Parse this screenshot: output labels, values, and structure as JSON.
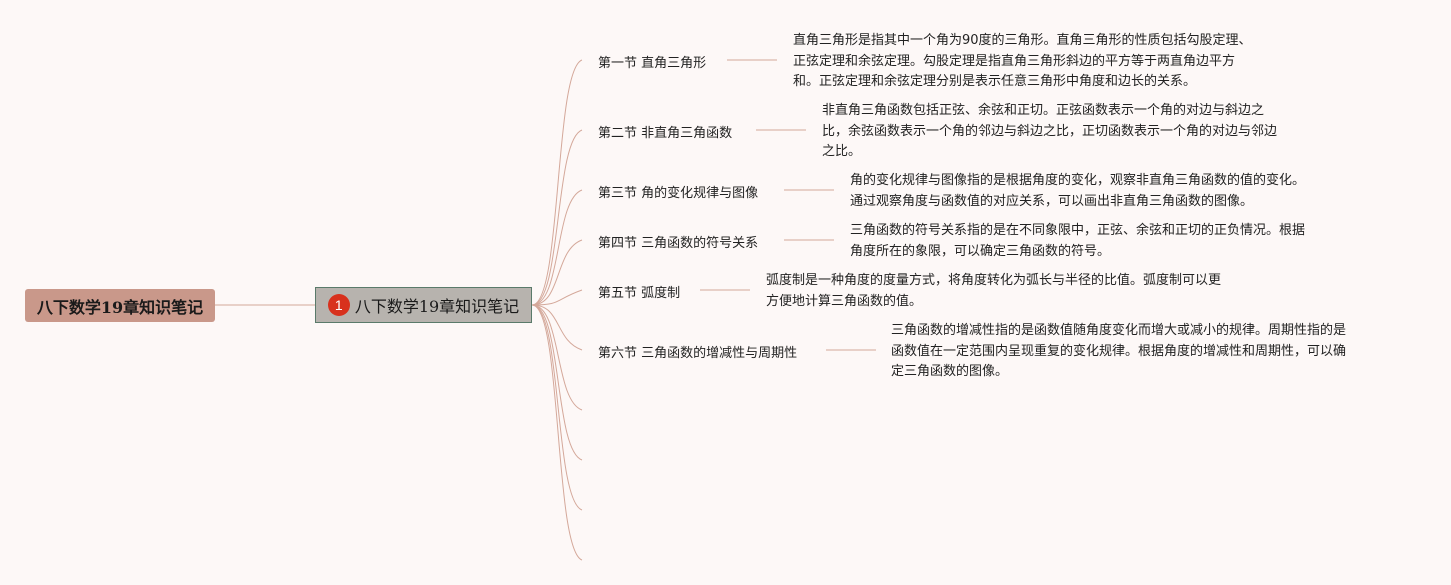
{
  "root": {
    "label": "八下数学19章知识笔记"
  },
  "main": {
    "badge": "1",
    "label": "八下数学19章知识笔记"
  },
  "sections": [
    {
      "title": "第一节 直角三角形",
      "desc": [
        "直角三角形是指其中一个角为90度的三角形。直角三角形的性质包括勾股定理、",
        "正弦定理和余弦定理。勾股定理是指直角三角形斜边的平方等于两直角边平方",
        "和。正弦定理和余弦定理分别是表示任意三角形中角度和边长的关系。"
      ]
    },
    {
      "title": "第二节 非直角三角函数",
      "desc": [
        "非直角三角函数包括正弦、余弦和正切。正弦函数表示一个角的对边与斜边之",
        "比，余弦函数表示一个角的邻边与斜边之比，正切函数表示一个角的对边与邻边",
        "之比。"
      ]
    },
    {
      "title": "第三节 角的变化规律与图像",
      "desc": [
        "角的变化规律与图像指的是根据角度的变化，观察非直角三角函数的值的变化。",
        "通过观察角度与函数值的对应关系，可以画出非直角三角函数的图像。"
      ]
    },
    {
      "title": "第四节 三角函数的符号关系",
      "desc": [
        "三角函数的符号关系指的是在不同象限中，正弦、余弦和正切的正负情况。根据",
        "角度所在的象限，可以确定三角函数的符号。"
      ]
    },
    {
      "title": "第五节 弧度制",
      "desc": [
        "弧度制是一种角度的度量方式，将角度转化为弧长与半径的比值。弧度制可以更",
        "方便地计算三角函数的值。"
      ]
    },
    {
      "title": "第六节 三角函数的增减性与周期性",
      "desc": [
        "三角函数的增减性指的是函数值随角度变化而增大或减小的规律。周期性指的是",
        "函数值在一定范围内呈现重复的变化规律。根据角度的增减性和周期性，可以确",
        "定三角函数的图像。"
      ]
    }
  ],
  "colors": {
    "background": "#fdf8f7",
    "root_fill": "#c9988a",
    "main_fill": "#b7b3ae",
    "main_border": "#5a7a6a",
    "badge": "#d8311d",
    "connector": "#d4a89a"
  }
}
